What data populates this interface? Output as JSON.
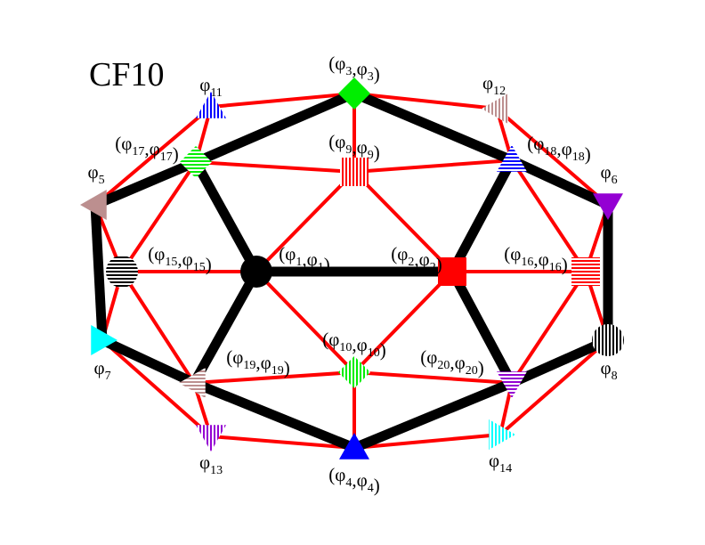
{
  "title": "CF10",
  "colors": {
    "thick_edge": "#000000",
    "thin_edge": "#ff0000",
    "background": "#ffffff"
  },
  "nodes": [
    {
      "id": "n1",
      "base": "φ",
      "sub": "1",
      "pair": true,
      "shape": "circle",
      "fill": "solid",
      "color": "#000000"
    },
    {
      "id": "n2",
      "base": "φ",
      "sub": "2",
      "pair": true,
      "shape": "square",
      "fill": "solid",
      "color": "#ff0000"
    },
    {
      "id": "n3",
      "base": "φ",
      "sub": "3",
      "pair": true,
      "shape": "diamond",
      "fill": "solid",
      "color": "#00ee00"
    },
    {
      "id": "n4",
      "base": "φ",
      "sub": "4",
      "pair": true,
      "shape": "triangle-up",
      "fill": "solid",
      "color": "#0000ff"
    },
    {
      "id": "n5",
      "base": "φ",
      "sub": "5",
      "pair": false,
      "shape": "triangle-left",
      "fill": "solid",
      "color": "#bc8f8f"
    },
    {
      "id": "n6",
      "base": "φ",
      "sub": "6",
      "pair": false,
      "shape": "triangle-down",
      "fill": "solid",
      "color": "#9400d3"
    },
    {
      "id": "n7",
      "base": "φ",
      "sub": "7",
      "pair": false,
      "shape": "triangle-right",
      "fill": "solid",
      "color": "#00ffff"
    },
    {
      "id": "n8",
      "base": "φ",
      "sub": "8",
      "pair": false,
      "shape": "circle",
      "fill": "vstripe",
      "color": "#000000"
    },
    {
      "id": "n9",
      "base": "φ",
      "sub": "9",
      "pair": true,
      "shape": "square",
      "fill": "vstripe",
      "color": "#ff0000"
    },
    {
      "id": "n10",
      "base": "φ",
      "sub": "10",
      "pair": true,
      "shape": "diamond",
      "fill": "vstripe",
      "color": "#00ee00"
    },
    {
      "id": "n11",
      "base": "φ",
      "sub": "11",
      "pair": false,
      "shape": "triangle-up",
      "fill": "vstripe",
      "color": "#0000ff"
    },
    {
      "id": "n12",
      "base": "φ",
      "sub": "12",
      "pair": false,
      "shape": "triangle-left",
      "fill": "vstripe",
      "color": "#bc8f8f"
    },
    {
      "id": "n13",
      "base": "φ",
      "sub": "13",
      "pair": false,
      "shape": "triangle-down",
      "fill": "vstripe",
      "color": "#9400d3"
    },
    {
      "id": "n14",
      "base": "φ",
      "sub": "14",
      "pair": false,
      "shape": "triangle-right",
      "fill": "vstripe",
      "color": "#00ffff"
    },
    {
      "id": "n15",
      "base": "φ",
      "sub": "15",
      "pair": true,
      "shape": "circle",
      "fill": "hstripe",
      "color": "#000000"
    },
    {
      "id": "n16",
      "base": "φ",
      "sub": "16",
      "pair": true,
      "shape": "square",
      "fill": "hstripe",
      "color": "#ff0000"
    },
    {
      "id": "n17",
      "base": "φ",
      "sub": "17",
      "pair": true,
      "shape": "diamond",
      "fill": "hstripe",
      "color": "#00ee00"
    },
    {
      "id": "n18",
      "base": "φ",
      "sub": "18",
      "pair": true,
      "shape": "triangle-up",
      "fill": "hstripe",
      "color": "#0000ff"
    },
    {
      "id": "n19",
      "base": "φ",
      "sub": "19",
      "pair": true,
      "shape": "triangle-left",
      "fill": "hstripe",
      "color": "#bc8f8f"
    },
    {
      "id": "n20",
      "base": "φ",
      "sub": "20",
      "pair": true,
      "shape": "triangle-down",
      "fill": "hstripe",
      "color": "#9400d3"
    }
  ],
  "thick_edges": [
    [
      "n1",
      "n2"
    ],
    [
      "n1",
      "n17"
    ],
    [
      "n1",
      "n19"
    ],
    [
      "n2",
      "n18"
    ],
    [
      "n2",
      "n20"
    ],
    [
      "n3",
      "n17"
    ],
    [
      "n3",
      "n18"
    ],
    [
      "n4",
      "n19"
    ],
    [
      "n4",
      "n20"
    ],
    [
      "n5",
      "n17"
    ],
    [
      "n5",
      "n7"
    ],
    [
      "n7",
      "n19"
    ],
    [
      "n6",
      "n18"
    ],
    [
      "n6",
      "n8"
    ],
    [
      "n8",
      "n20"
    ]
  ],
  "thin_edges": [
    [
      "n3",
      "n11"
    ],
    [
      "n3",
      "n12"
    ],
    [
      "n3",
      "n9"
    ],
    [
      "n11",
      "n5"
    ],
    [
      "n11",
      "n17"
    ],
    [
      "n12",
      "n6"
    ],
    [
      "n12",
      "n18"
    ],
    [
      "n17",
      "n9"
    ],
    [
      "n9",
      "n18"
    ],
    [
      "n9",
      "n1"
    ],
    [
      "n9",
      "n2"
    ],
    [
      "n17",
      "n15"
    ],
    [
      "n5",
      "n15"
    ],
    [
      "n7",
      "n15"
    ],
    [
      "n19",
      "n15"
    ],
    [
      "n15",
      "n1"
    ],
    [
      "n18",
      "n16"
    ],
    [
      "n6",
      "n16"
    ],
    [
      "n8",
      "n16"
    ],
    [
      "n20",
      "n16"
    ],
    [
      "n16",
      "n2"
    ],
    [
      "n1",
      "n10"
    ],
    [
      "n2",
      "n10"
    ],
    [
      "n19",
      "n10"
    ],
    [
      "n10",
      "n20"
    ],
    [
      "n10",
      "n4"
    ],
    [
      "n7",
      "n13"
    ],
    [
      "n19",
      "n13"
    ],
    [
      "n13",
      "n4"
    ],
    [
      "n4",
      "n14"
    ],
    [
      "n20",
      "n14"
    ],
    [
      "n8",
      "n14"
    ]
  ]
}
